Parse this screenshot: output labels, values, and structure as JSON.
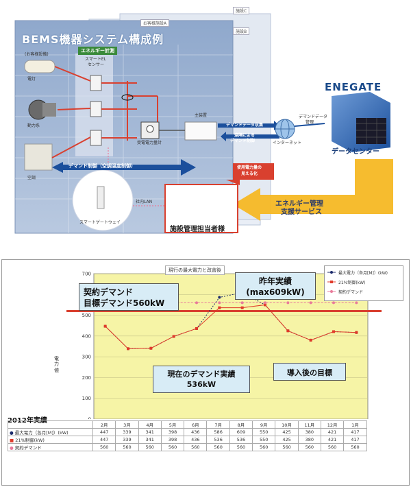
{
  "diagram": {
    "title": "BEMS機器システム構成例",
    "customer_facility_tag": "お客様施設A",
    "facility_tag_b": "施設B",
    "facility_tag_c": "施設C",
    "customer_equipment_label": "(お客様設備)",
    "energy_measurement_label": "エネルギー計測",
    "sensor_label_1": "スマートEL",
    "sensor_label_2": "センサー",
    "devices": [
      "電灯",
      "動力系",
      "空調"
    ],
    "power_meter_label": "受電電力量計",
    "main_unit_label": "主装置",
    "demand_data_collection": "デマンドデータ収集",
    "remote_control_1": "遠隔による",
    "remote_control_2": "デマンド制御",
    "internet_label": "インターネット",
    "demand_data_mgmt_1": "デマンドデータ",
    "demand_data_mgmt_2": "管理",
    "brand": "ENEGATE",
    "data_center_label": "データセンター",
    "demand_control_label": "デマンド制御（空調温度制御）",
    "visualization_1": "使用電力量の",
    "visualization_2": "見える化",
    "service_line_1": "エネルギー管理",
    "service_line_2": "支援サービス",
    "lan_label": "社内LAN",
    "gateway_label": "スマートゲートウェイ",
    "manager_label": "施設管理担当者様"
  },
  "chart": {
    "header": "現行の最大電力と改善後",
    "callout_contract_1": "契約デマンド",
    "callout_contract_2": "目標デマンド560kW",
    "callout_last_year_1": "昨年実績",
    "callout_last_year_2": "(max609kW)",
    "callout_current_1": "現在のデマンド実績",
    "callout_current_2": "536kW",
    "callout_target": "導入後の目標",
    "year_label": "2012年実績",
    "yaxis_title": "電力値",
    "colors": {
      "actual": "#1b2a6b",
      "controlled": "#e03a2a",
      "contract": "#d9402f",
      "plot_bg": "#f6f4a6"
    }
  },
  "chart_data": {
    "type": "line",
    "categories": [
      "2月",
      "3月",
      "4月",
      "5月",
      "6月",
      "7月",
      "8月",
      "9月",
      "10月",
      "11月",
      "12月",
      "1月"
    ],
    "series": [
      {
        "name": "最大電力（各月[M]）(kW)",
        "values": [
          447,
          339,
          341,
          398,
          436,
          586,
          609,
          550,
          425,
          380,
          421,
          417
        ]
      },
      {
        "name": "21%制御(kW)",
        "values": [
          447,
          339,
          341,
          398,
          436,
          536,
          536,
          550,
          425,
          380,
          421,
          417
        ]
      },
      {
        "name": "契約デマンド",
        "values": [
          560,
          560,
          560,
          560,
          560,
          560,
          560,
          560,
          560,
          560,
          560,
          560
        ]
      }
    ],
    "yticks": [
      0,
      100,
      200,
      300,
      400,
      500,
      600,
      700
    ],
    "ylim": [
      0,
      700
    ],
    "contract_line": 520,
    "legend_position": "top-right",
    "grid": true
  }
}
